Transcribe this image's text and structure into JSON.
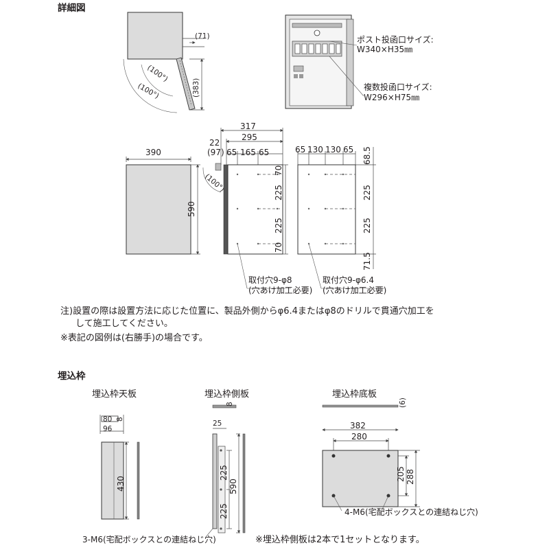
{
  "detail": {
    "title": "詳細図",
    "top_left": {
      "dim_71": "(71)",
      "dim_383": "(383)",
      "angle_a": "(100°)",
      "angle_b": "(100°)"
    },
    "top_right": {
      "post_label": "ポスト投函口サイズ:",
      "post_size": "W340×H35㎜",
      "multi_label": "複数投函口サイズ:",
      "multi_size": "W296×H75㎜"
    },
    "side": {
      "width": "390",
      "height": "590"
    },
    "mid": {
      "d317": "317",
      "d295": "295",
      "d22": "22",
      "d97": "(97)",
      "d65a": "65",
      "d165": "165",
      "d65b": "65",
      "v70a": "70",
      "v225a": "225",
      "v225b": "225",
      "v70b": "70",
      "angle": "(100°)",
      "hole_label": "取付穴9-φ8",
      "hole_note": "(穴あけ加工必要)"
    },
    "back": {
      "d65a": "65",
      "d130a": "130",
      "d130b": "130",
      "d65b": "65",
      "v685": "68.5",
      "v225a": "225",
      "v225b": "225",
      "v715": "71.5",
      "hole_label": "取付穴9-φ6.4",
      "hole_note": "(穴あけ加工必要)"
    },
    "notes": {
      "line1": "注)設置の際は設置方法に応じた位置に、製品外側からφ6.4またはφ8のドリルで貫通穴加工を",
      "line2": "して施工してください。",
      "line3": "※表記の図例は(右勝手)の場合です。"
    }
  },
  "frame": {
    "title": "埋込枠",
    "top_plate": {
      "title": "埋込枠天板",
      "d80": "80",
      "d8": "8",
      "d96": "96",
      "d430": "430"
    },
    "side_plate": {
      "title": "埋込枠側板",
      "d8": "8",
      "d25": "25",
      "d225a": "225",
      "d225b": "225",
      "d590": "590"
    },
    "bottom_plate": {
      "title": "埋込枠底板",
      "d6": "(6)",
      "d382": "382",
      "d280": "280",
      "d205": "205",
      "d288": "288"
    },
    "note_screw": "3-M6(宅配ボックスとの連結ねじ穴)",
    "note_screw_bottom": "4-M6(宅配ボックスとの連結ねじ穴)",
    "note_set": "※埋込枠側板は2本で1セットとなります。"
  }
}
